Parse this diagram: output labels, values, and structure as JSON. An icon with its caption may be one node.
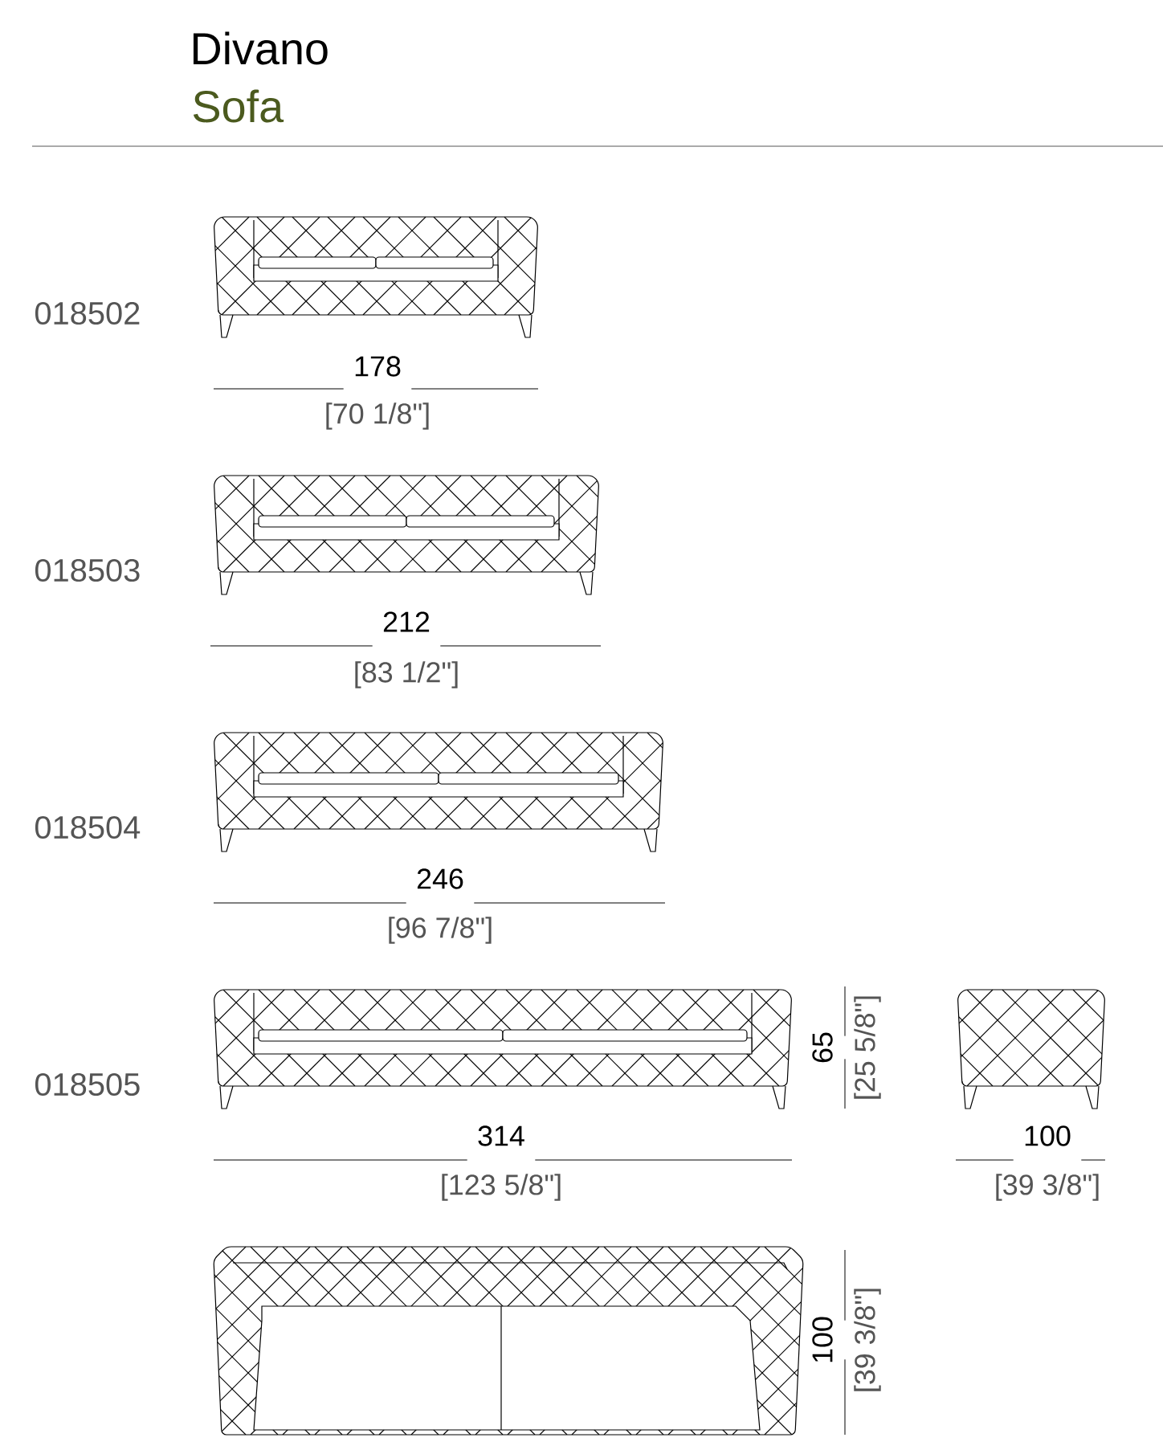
{
  "diagram": {
    "title": "Divano",
    "labels": [
      "Sofa",
      "018502",
      "178",
      "[70 1/8\"]",
      "018503",
      "212",
      "[83 1/2\"]",
      "018504",
      "246",
      "[96 7/8\"]",
      "018505",
      "65",
      "[25 5/8\"]",
      "314",
      "[123 5/8\"]",
      "100",
      "[39 3/8\"]",
      "100",
      "[39 3/8\"]"
    ]
  }
}
